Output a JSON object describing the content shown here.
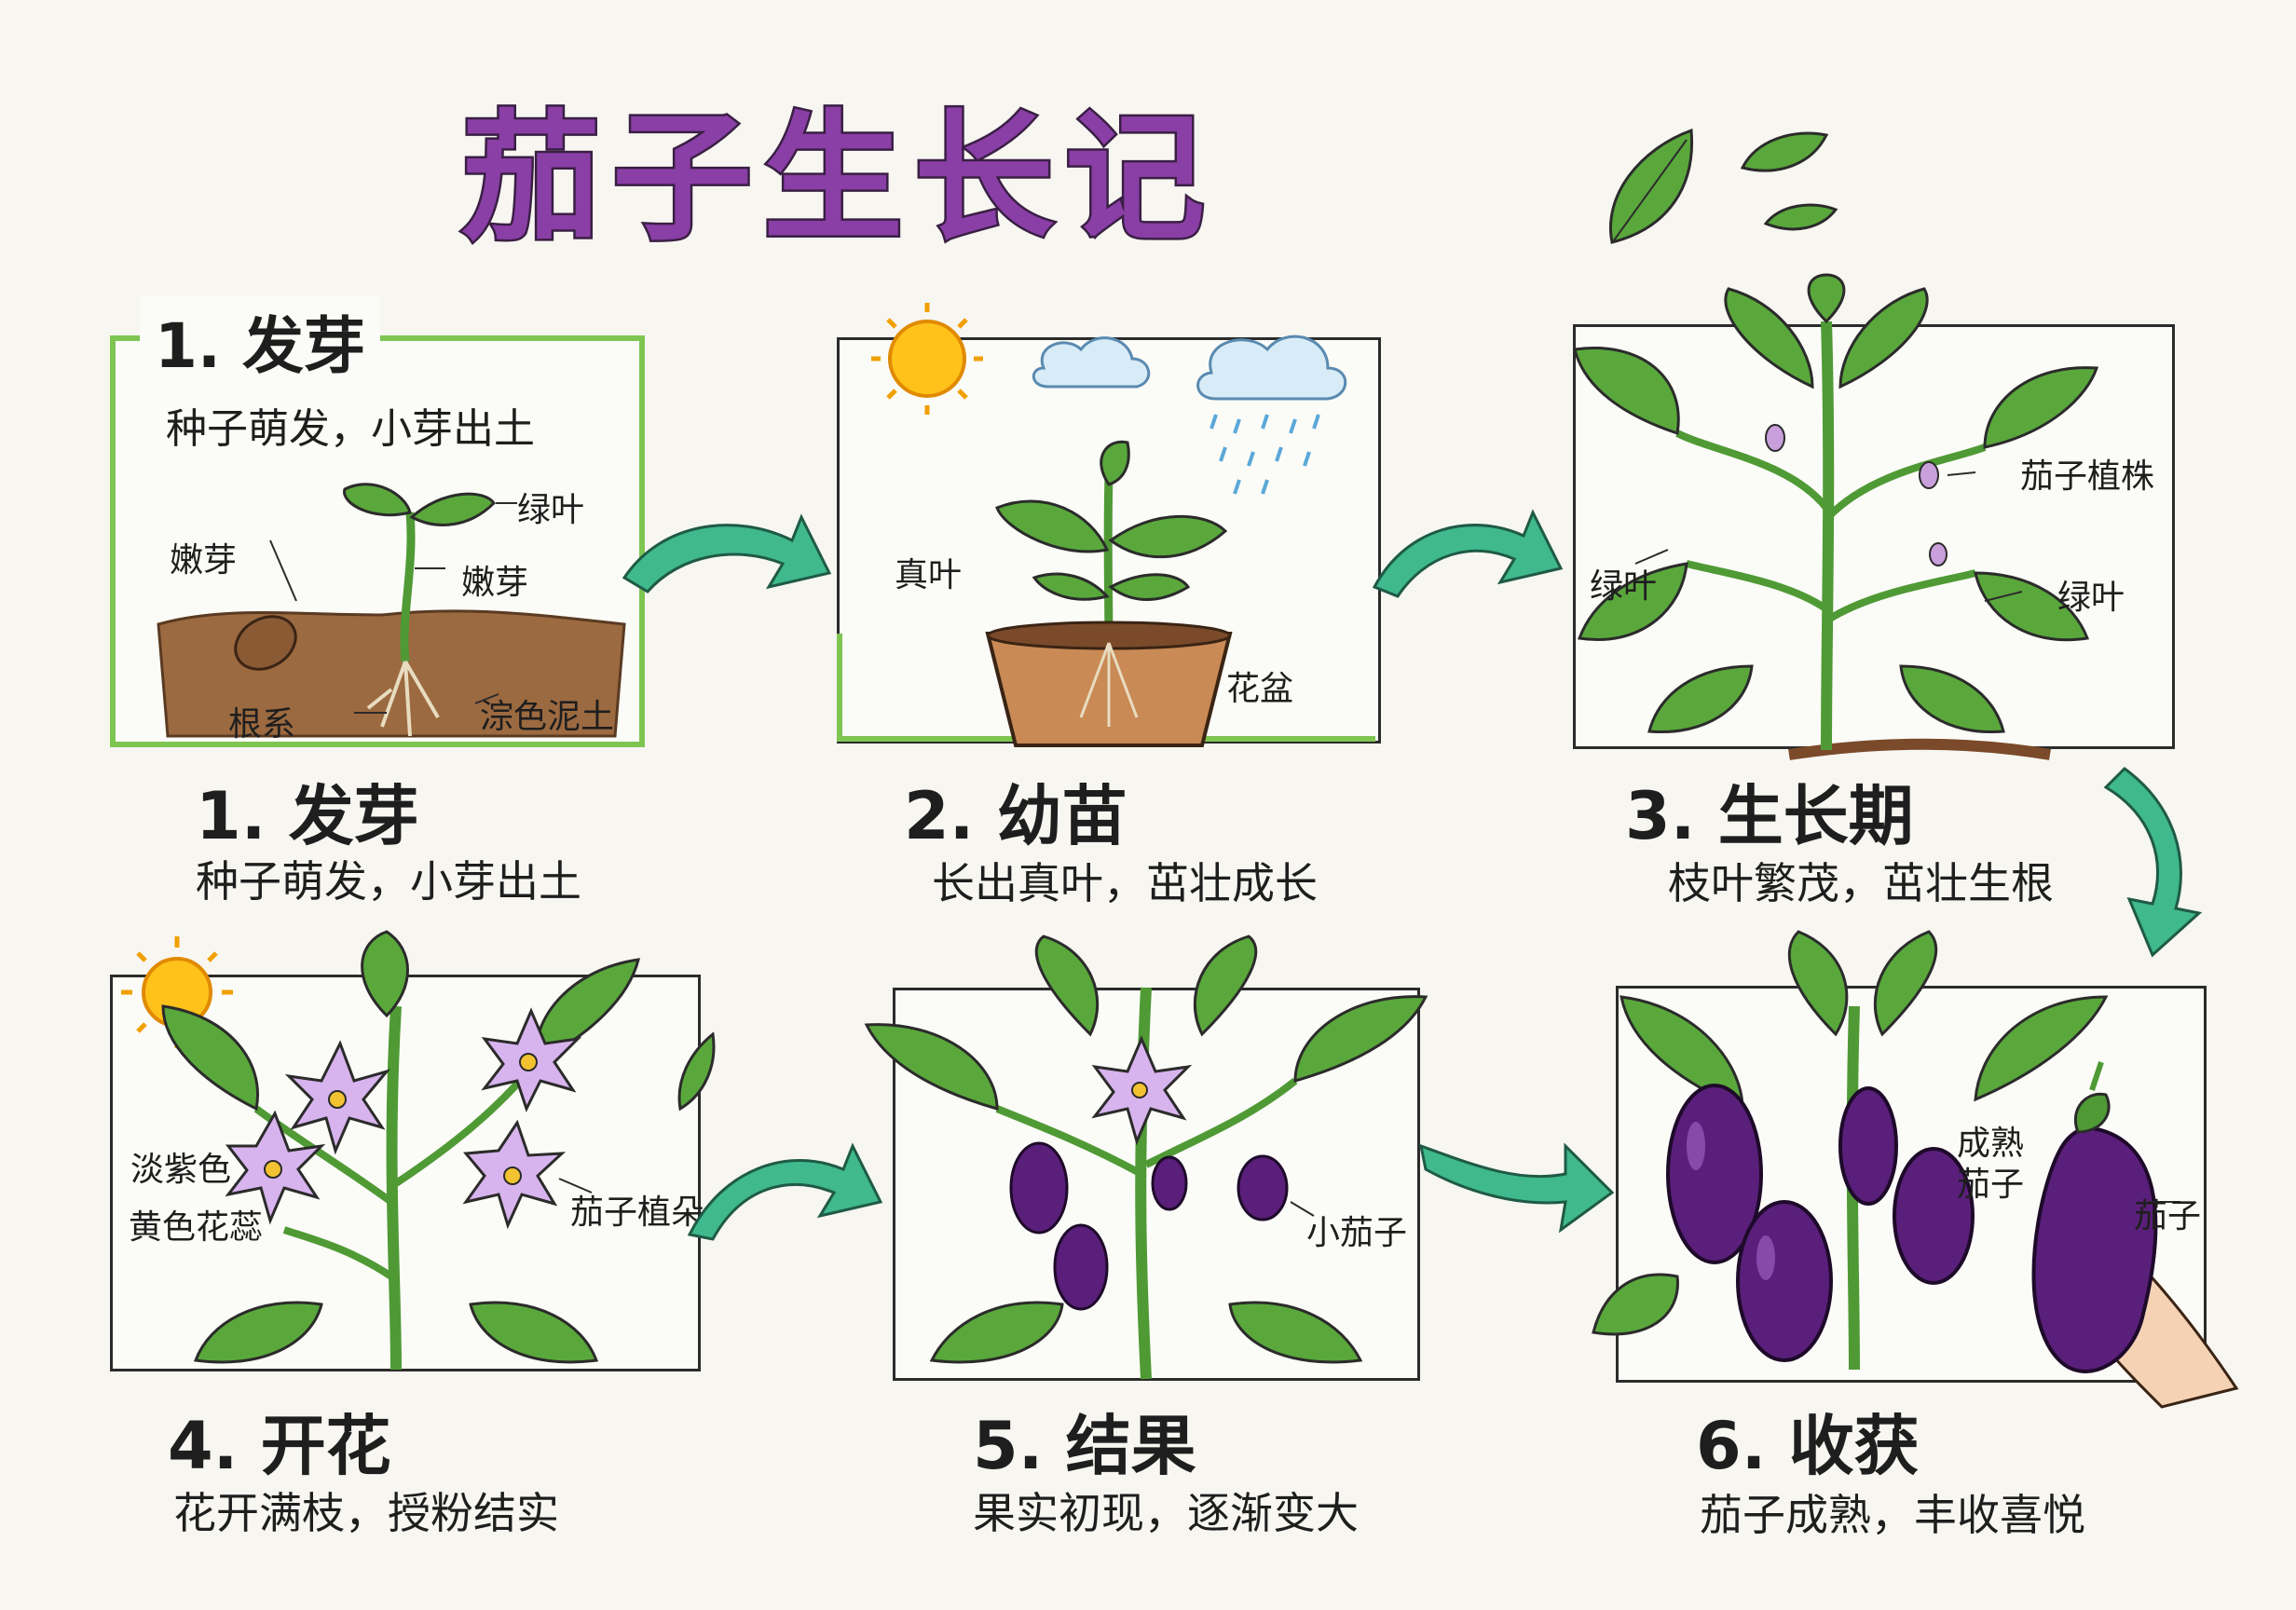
{
  "title": "茄子生长记",
  "stages": [
    {
      "number": "1.",
      "name": "发芽",
      "desc": "种子萌发，小芽出土"
    },
    {
      "number": "2.",
      "name": "幼苗",
      "desc": "长出真叶，茁壮成长"
    },
    {
      "number": "3.",
      "name": "生长期",
      "desc": "枝叶繁茂，茁壮生根"
    },
    {
      "number": "4.",
      "name": "开花",
      "desc": "花开满枝，授粉结实"
    },
    {
      "number": "5.",
      "name": "结果",
      "desc": "果实初现，逐渐变大"
    },
    {
      "number": "6.",
      "name": "收获",
      "desc": "茄子成熟，丰收喜悦"
    }
  ],
  "panel1": {
    "heading": "1. 发芽",
    "subtitle": "种子萌发，小芽出土",
    "labels": {
      "green_leaf": "绿叶",
      "sprout_left": "嫩芽",
      "sprout_right": "嫩芽",
      "roots": "根系",
      "soil": "淙色泥土"
    }
  },
  "panel2": {
    "labels": {
      "true_leaf": "真叶",
      "pot": "花盆"
    }
  },
  "panel3": {
    "labels": {
      "plant": "茄子植株",
      "leaf_left": "绿叶",
      "leaf_right": "绿叶"
    }
  },
  "panel4": {
    "labels": {
      "light_purple": "淡紫色",
      "stamen": "黄色花蕊",
      "flower": "茄子植朵"
    }
  },
  "panel5": {
    "labels": {
      "small_eggplant": "小茄子"
    }
  },
  "panel6": {
    "labels": {
      "ripe": "成熟\n茄子",
      "eggplant": "茄子"
    }
  },
  "colors": {
    "title": "#8a3fa6",
    "leaf": "#4f9a35",
    "eggplant": "#5a1f7a",
    "arrow": "#3fb98d",
    "soil": "#8a5a35",
    "frame_green": "#7ec552"
  }
}
